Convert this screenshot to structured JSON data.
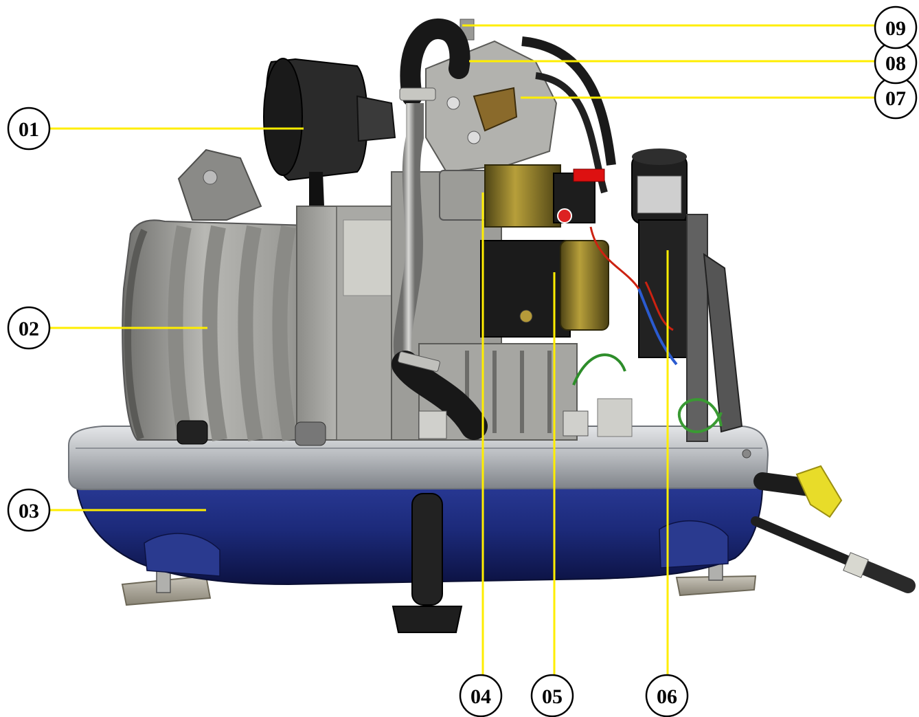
{
  "callouts": [
    {
      "id": "01",
      "label": "01"
    },
    {
      "id": "02",
      "label": "02"
    },
    {
      "id": "03",
      "label": "03"
    },
    {
      "id": "04",
      "label": "04"
    },
    {
      "id": "05",
      "label": "05"
    },
    {
      "id": "06",
      "label": "06"
    },
    {
      "id": "07",
      "label": "07"
    },
    {
      "id": "08",
      "label": "08"
    },
    {
      "id": "09",
      "label": "09"
    }
  ],
  "colors": {
    "leader_line": "#ffee00",
    "callout_stroke": "#000000",
    "callout_fill": "#ffffff",
    "base_tray": "#1c2a7a",
    "rim": "#b9bcc0",
    "engine_block": "#a3a3a0",
    "hose": "#1b1b1b",
    "starter_gold": "#8e7a2a"
  },
  "icons": {
    "callout_marker": "circle",
    "leader": "yellow-line"
  }
}
